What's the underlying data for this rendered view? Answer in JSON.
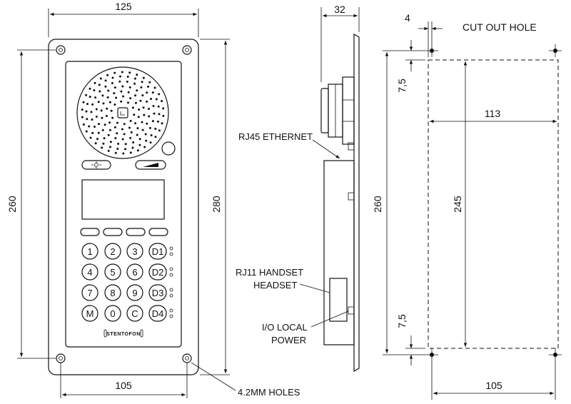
{
  "dimensions": {
    "front_width": "125",
    "front_height": "280",
    "front_hole_spacing_v": "260",
    "front_hole_spacing_h": "105",
    "side_depth": "32",
    "cutout_offset": "4",
    "cutout_width": "113",
    "cutout_height": "245",
    "cutout_hole_spacing_v": "260",
    "cutout_hole_spacing_h": "105",
    "cutout_margin_top": "7,5",
    "cutout_margin_bottom": "7,5"
  },
  "labels": {
    "cutout_title": "CUT OUT HOLE",
    "rj45": "RJ45 ETHERNET",
    "rj11_line1": "RJ11 HANDSET",
    "rj11_line2": "HEADSET",
    "io_line1": "I/O LOCAL",
    "io_line2": "POWER",
    "holes": "4.2MM HOLES"
  },
  "device": {
    "brand": "STENTOFON",
    "keys": [
      [
        "1",
        "2",
        "3",
        "D1"
      ],
      [
        "4",
        "5",
        "6",
        "D2"
      ],
      [
        "7",
        "8",
        "9",
        "D3"
      ],
      [
        "M",
        "0",
        "C",
        "D4"
      ]
    ]
  },
  "icons": [
    "sun-icon",
    "volume-ramp-icon",
    "camera-lens-icon",
    "speaker-grille-icon"
  ]
}
